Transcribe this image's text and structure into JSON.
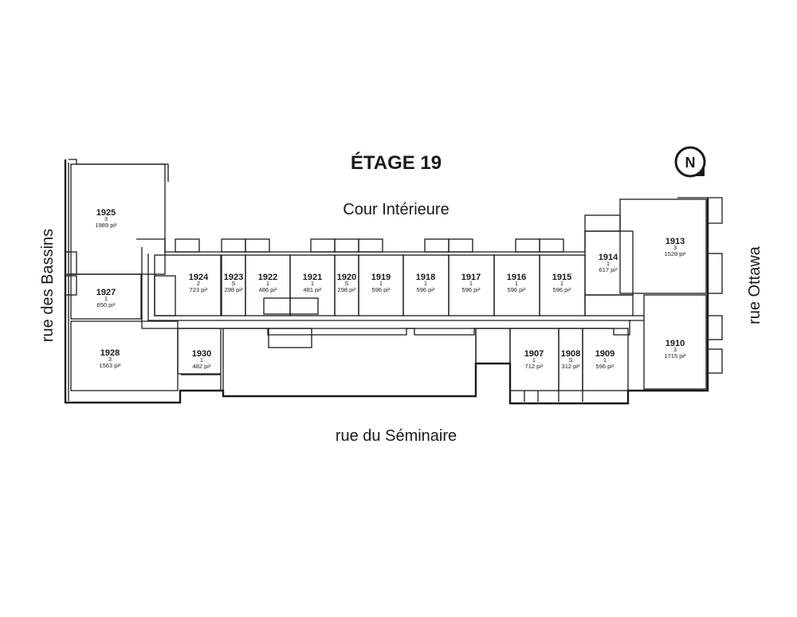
{
  "title": "ÉTAGE 19",
  "north_label": "N",
  "streets": {
    "top": "Cour Intérieure",
    "bottom": "rue du Séminaire",
    "left": "rue des Bassins",
    "right": "rue Ottawa"
  },
  "area_unit": "pi²",
  "units": [
    {
      "id": "1925",
      "type": "3",
      "area": "1989 pi²"
    },
    {
      "id": "1927",
      "type": "1",
      "area": "650 pi²"
    },
    {
      "id": "1928",
      "type": "3",
      "area": "1563 pi²"
    },
    {
      "id": "1930",
      "type": "1",
      "area": "482 pi²"
    },
    {
      "id": "1924",
      "type": "2",
      "area": "723 pi²"
    },
    {
      "id": "1923",
      "type": "S",
      "area": "298 pi²"
    },
    {
      "id": "1922",
      "type": "1",
      "area": "486 pi²"
    },
    {
      "id": "1921",
      "type": "1",
      "area": "481 pi²"
    },
    {
      "id": "1920",
      "type": "S",
      "area": "298 pi²"
    },
    {
      "id": "1919",
      "type": "1",
      "area": "596 pi²"
    },
    {
      "id": "1918",
      "type": "1",
      "area": "596 pi²"
    },
    {
      "id": "1917",
      "type": "1",
      "area": "596 pi²"
    },
    {
      "id": "1916",
      "type": "1",
      "area": "596 pi²"
    },
    {
      "id": "1915",
      "type": "1",
      "area": "596 pi²"
    },
    {
      "id": "1914",
      "type": "1",
      "area": "617 pi²"
    },
    {
      "id": "1913",
      "type": "3",
      "area": "1528 pi²"
    },
    {
      "id": "1910",
      "type": "3",
      "area": "1715 pi²"
    },
    {
      "id": "1907",
      "type": "1",
      "area": "712 pi²"
    },
    {
      "id": "1908",
      "type": "S",
      "area": "312 pi²"
    },
    {
      "id": "1909",
      "type": "1",
      "area": "596 pi²"
    }
  ]
}
